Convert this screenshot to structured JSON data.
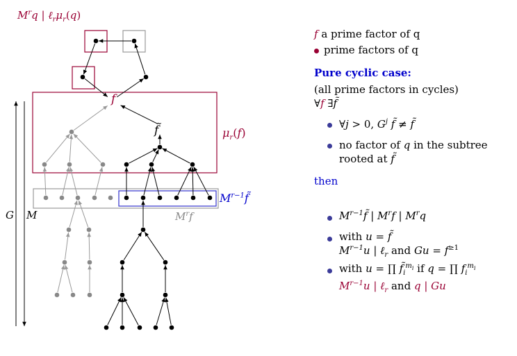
{
  "labels": {
    "top_left": "M^r q | ℓ_r μ_r(q)",
    "mu_r": "μ_r(f)",
    "mr1f": "M^{r−1} f̃",
    "mrf": "M^r f",
    "axis_G": "G",
    "axis_M": "M",
    "f": "f",
    "ftilde": "f̃"
  },
  "legend": {
    "f_line": "a prime factor of q",
    "dot_line": "prime factors of q"
  },
  "text": {
    "heading": "Pure cyclic case:",
    "subheading": "(all prime factors in cycles)",
    "quantifier": "∀f ∃f̃",
    "bullet1": "∀j > 0, G^j f̃ ≠ f̃",
    "bullet2a": "no factor of q in the subtree",
    "bullet2b": "rooted at f̃",
    "then": "then",
    "b3": "M^{r−1} f̃ | M^r f | M^r q",
    "b4a": "with u = f̃",
    "b4b": "M^{r−1}u | ℓ_r and Gu = f^{≥1}",
    "b5a": "with u = ∏ f̃_i^{m_i} if q = ∏ f_i^{m_i}",
    "b5b": "M^{r−1}u | ℓ_r and q | Gu"
  },
  "colors": {
    "maroon": "#990033",
    "blue": "#0000cc",
    "gray": "#888888",
    "bullet": "#3b3b99"
  }
}
